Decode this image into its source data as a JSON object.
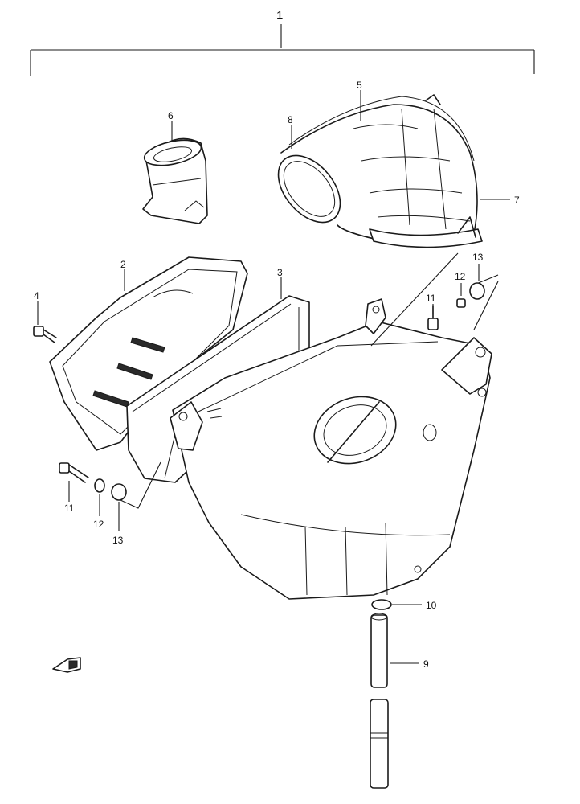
{
  "labels": {
    "assembly": "1",
    "p2": "2",
    "p3": "3",
    "p4": "4",
    "p5": "5",
    "p6": "6",
    "p7": "7",
    "p8": "8",
    "p9": "9",
    "p10": "10",
    "p11_left": "11",
    "p11_right": "11",
    "p12_left": "12",
    "p12_right": "12",
    "p13_left": "13",
    "p13_right": "13"
  },
  "colors": {
    "line": "#1a1a1a",
    "background": "#ffffff"
  },
  "icons": {
    "front_arrow": "front-direction-arrow-icon"
  }
}
